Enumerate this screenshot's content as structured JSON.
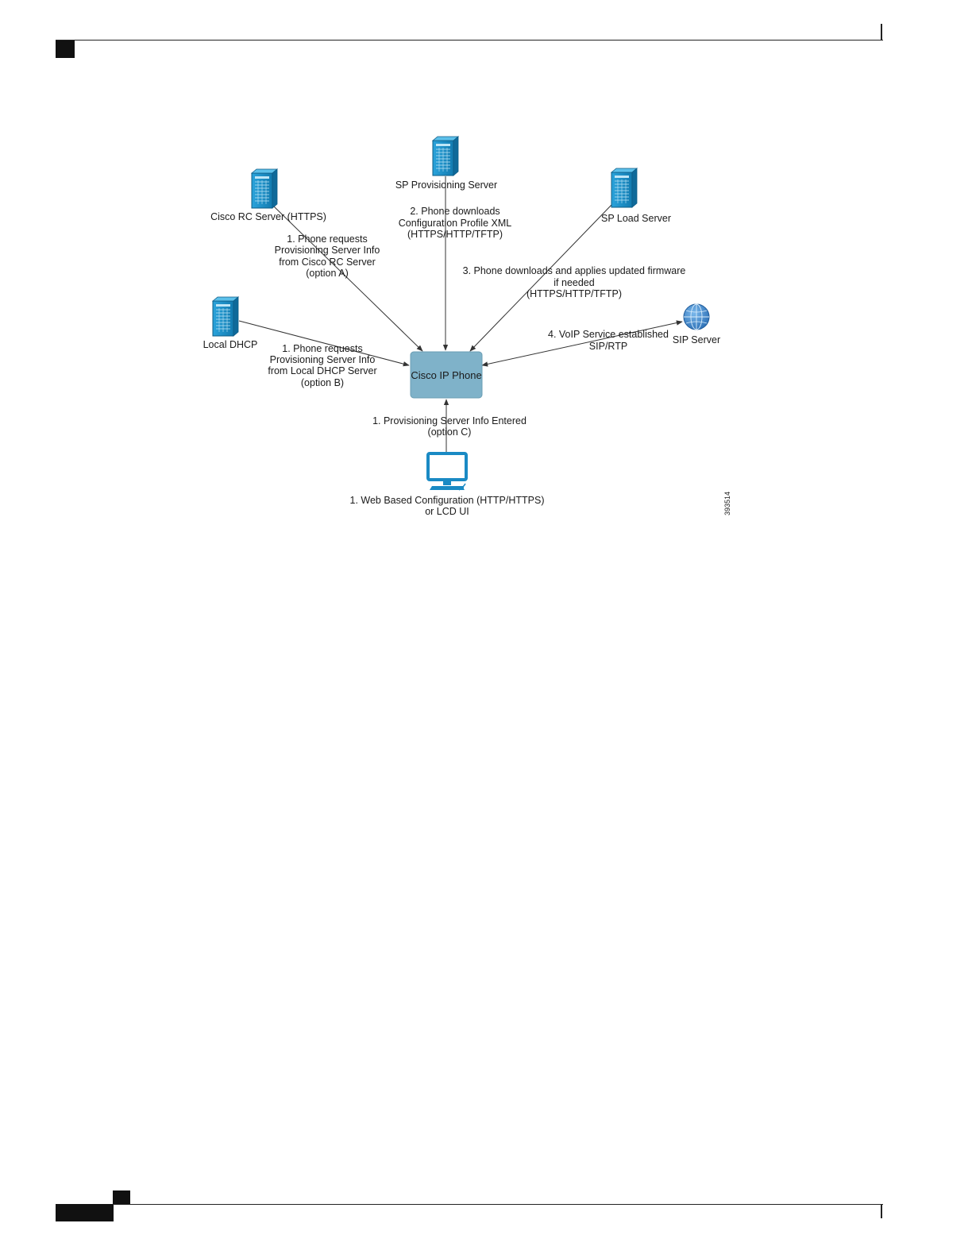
{
  "page": {
    "figure_id": "393514"
  },
  "colors": {
    "server_blue": "#1f8fc7",
    "server_dark": "#0d5c86",
    "phone_fill": "#7fb2c9",
    "globe_blue": "#3a7fc4",
    "monitor_blue": "#1a8ac4"
  },
  "nodes": {
    "sp_provisioning": {
      "label": "SP Provisioning Server",
      "icon": "server-icon"
    },
    "cisco_rc": {
      "label": "Cisco RC Server (HTTPS)",
      "icon": "server-icon"
    },
    "sp_load": {
      "label": "SP Load Server",
      "icon": "server-icon"
    },
    "local_dhcp": {
      "label": "Local DHCP",
      "icon": "server-icon"
    },
    "sip_server": {
      "label": "SIP Server",
      "icon": "globe-icon"
    },
    "phone": {
      "label": "Cisco IP Phone"
    },
    "web_config": {
      "lines": [
        "1. Web Based Configuration (HTTP/HTTPS)",
        "or LCD UI"
      ],
      "icon": "monitor-icon"
    }
  },
  "edges": {
    "option_a": [
      "1. Phone requests",
      "Provisioning Server Info",
      "from Cisco RC Server",
      "(option A)"
    ],
    "profile": [
      "2. Phone downloads",
      "Configuration Profile XML",
      "(HTTPS/HTTP/TFTP)"
    ],
    "firmware": [
      "3. Phone downloads and applies updated firmware",
      "if needed",
      "(HTTPS/HTTP/TFTP)"
    ],
    "option_b": [
      "1. Phone requests",
      "Provisioning Server Info",
      "from Local DHCP Server",
      "(option B)"
    ],
    "voip": [
      "4. VoIP Service established",
      "SIP/RTP"
    ],
    "option_c": [
      "1. Provisioning Server Info Entered",
      "(option C)"
    ]
  }
}
